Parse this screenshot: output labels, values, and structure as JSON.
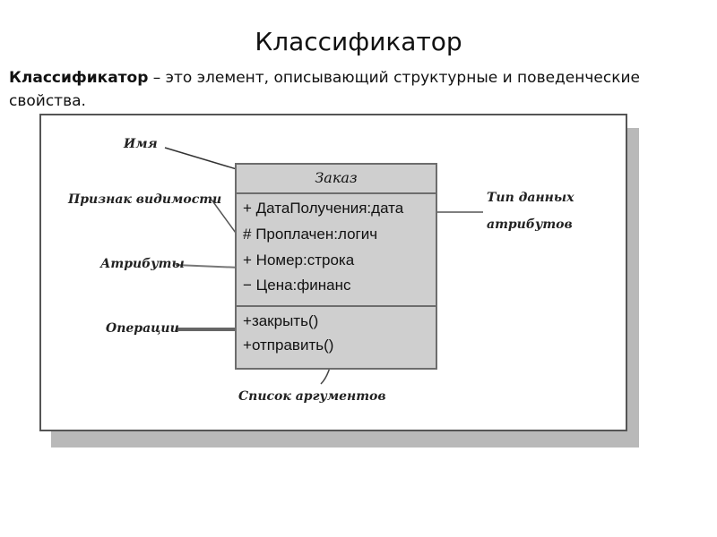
{
  "title": "Классификатор",
  "definition": {
    "term": "Классификатор",
    "text": " – это элемент, описывающий структурные и поведенческие свойства."
  },
  "diagram": {
    "class_name": "Заказ",
    "attributes": [
      {
        "visibility": "+",
        "text": "ДатаПолучения:дата"
      },
      {
        "visibility": "#",
        "text": "Проплачен:логич"
      },
      {
        "visibility": "+",
        "text": "Номер:строка"
      },
      {
        "visibility": "−",
        "text": "Цена:финанс"
      }
    ],
    "operations": [
      {
        "visibility": "+",
        "text": "закрыть()"
      },
      {
        "visibility": "+",
        "text": "отправить()"
      }
    ],
    "labels": {
      "name": "Имя",
      "visibility": "Признак видимости",
      "attributes": "Атрибуты",
      "operations": "Операции",
      "datatype_line1": "Тип данных",
      "datatype_line2": "атрибутов",
      "arguments": "Список аргументов"
    }
  }
}
